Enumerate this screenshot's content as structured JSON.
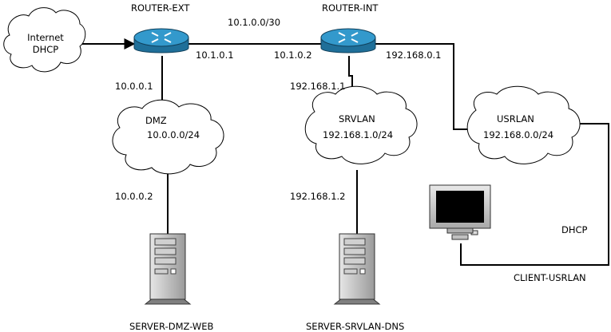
{
  "routers": {
    "ext": {
      "name": "ROUTER-EXT"
    },
    "int": {
      "name": "ROUTER-INT"
    }
  },
  "clouds": {
    "internet": {
      "line1": "Internet",
      "line2": "DHCP"
    },
    "dmz": {
      "line1": "DMZ",
      "line2": "10.0.0.0/24"
    },
    "srvlan": {
      "line1": "SRVLAN",
      "line2": "192.168.1.0/24"
    },
    "usrlan": {
      "line1": "USRLAN",
      "line2": "192.168.0.0/24"
    }
  },
  "links": {
    "transit_net": "10.1.0.0/30",
    "ext_transit_ip": "10.1.0.1",
    "int_transit_ip": "10.1.0.2",
    "ext_dmz_ip": "10.0.0.1",
    "int_srvlan_ip": "192.168.1.1",
    "int_usrlan_ip": "192.168.0.1",
    "web_ip": "10.0.0.2",
    "dns_ip": "192.168.1.2",
    "client_ip": "DHCP"
  },
  "hosts": {
    "web": {
      "name": "SERVER-DMZ-WEB"
    },
    "dns": {
      "name": "SERVER-SRVLAN-DNS"
    },
    "client": {
      "name": "CLIENT-USRLAN"
    }
  },
  "colors": {
    "router_top": "#3399cc",
    "router_side": "#1f6f99",
    "cloud_fill": "#ffffff",
    "server_body": "#c8c8c8",
    "monitor_screen": "#000000"
  }
}
